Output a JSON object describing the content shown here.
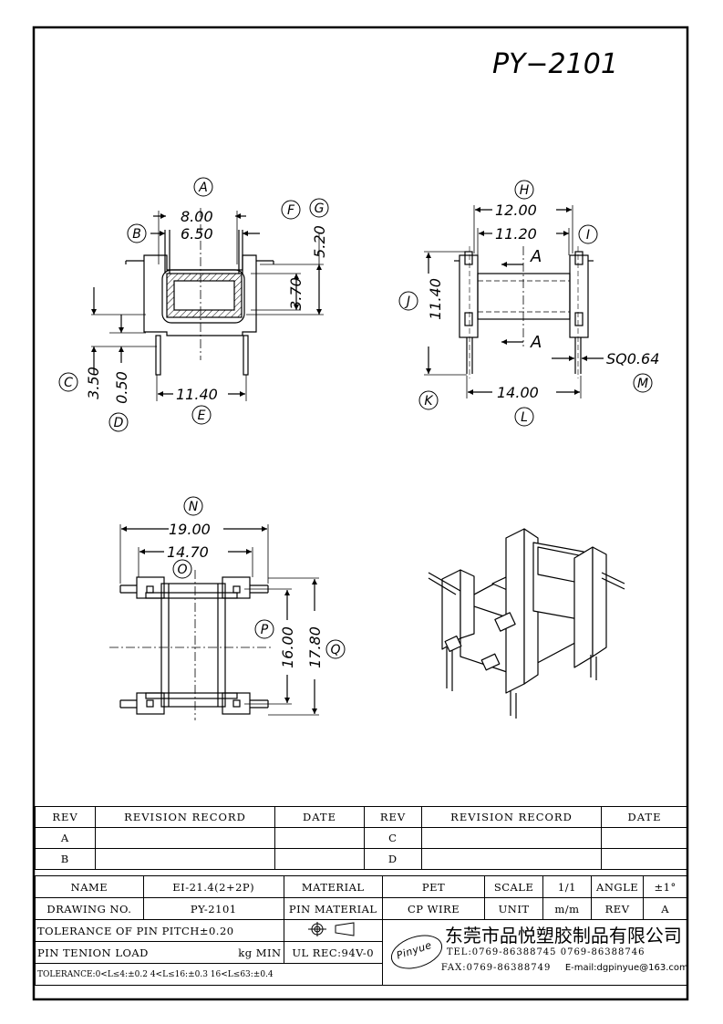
{
  "title": "PY−2101",
  "callouts": {
    "A": "A",
    "B": "B",
    "C": "C",
    "D": "D",
    "E": "E",
    "F": "F",
    "G": "G",
    "H": "H",
    "I": "I",
    "J": "J",
    "K": "K",
    "L": "L",
    "M": "M",
    "N": "N",
    "O": "O",
    "P": "P",
    "Q": "Q"
  },
  "dims": {
    "a": "8.00",
    "b": "6.50",
    "f": "3.70",
    "g": "5.20",
    "c": "3.50",
    "d": "0.50",
    "e": "11.40",
    "h": "12.00",
    "i": "11.20",
    "j": "11.40",
    "l": "14.00",
    "m": "SQ0.64",
    "n": "19.00",
    "o": "14.70",
    "p": "16.00",
    "q": "17.80"
  },
  "section_mark": "A",
  "revision": {
    "headers": [
      "REV",
      "REVISION RECORD",
      "DATE",
      "REV",
      "REVISION RECORD",
      "DATE"
    ],
    "rows": [
      [
        "A",
        "",
        "",
        "C",
        "",
        ""
      ],
      [
        "B",
        "",
        "",
        "D",
        "",
        ""
      ]
    ]
  },
  "titleblock": {
    "name_label": "NAME",
    "name_value": "EI-21.4(2+2P)",
    "material_label": "MATERIAL",
    "material_value": "PET",
    "scale_label": "SCALE",
    "scale_value": "1/1",
    "angle_label": "ANGLE",
    "angle_value": "±1°",
    "dwg_label": "DRAWING NO.",
    "dwg_value": "PY-2101",
    "pin_mat_label": "PIN MATERIAL",
    "pin_mat_value": "CP WIRE",
    "unit_label": "UNIT",
    "unit_value": "m/m",
    "rev_label": "REV",
    "rev_value": "A",
    "tol_pitch": "TOLERANCE OF PIN PITCH±0.20",
    "pin_load": "PIN TENION LOAD",
    "pin_load_unit": "kg MIN",
    "ul": "UL REC:94V-0",
    "tol_general": "TOLERANCE:0<L≤4:±0.2  4<L≤16:±0.3  16<L≤63:±0.4",
    "company": "东莞市品悦塑胶制品有限公司",
    "tel": "TEL:0769-86388745   0769-86388746",
    "fax": "FAX:0769-86388749",
    "email": "E-mail:dgpinyue@163.com",
    "logo_text": "Pinyue"
  }
}
